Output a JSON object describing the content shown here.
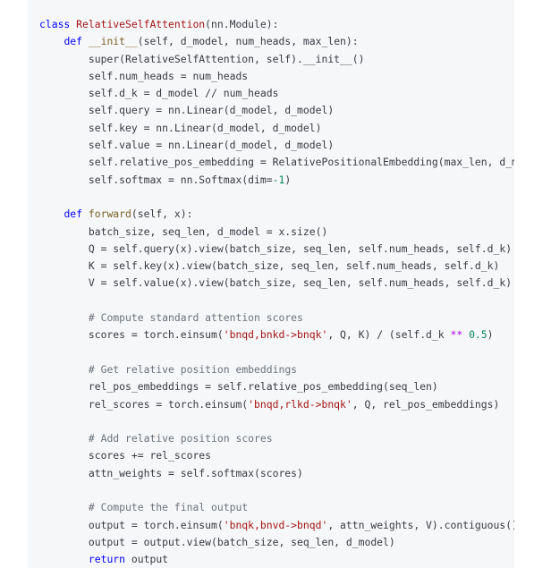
{
  "code": {
    "language": "python",
    "lines": [
      [
        {
          "t": "kw",
          "v": "class "
        },
        {
          "t": "cls",
          "v": "RelativeSelfAttention"
        },
        {
          "t": "",
          "v": "(nn.Module):"
        }
      ],
      [
        {
          "t": "",
          "v": "    "
        },
        {
          "t": "kw",
          "v": "def "
        },
        {
          "t": "fn",
          "v": "__init__"
        },
        {
          "t": "",
          "v": "(self, d_model, num_heads, max_len):"
        }
      ],
      [
        {
          "t": "",
          "v": "        super(RelativeSelfAttention, self).__init__()"
        }
      ],
      [
        {
          "t": "",
          "v": "        self.num_heads = num_heads"
        }
      ],
      [
        {
          "t": "",
          "v": "        self.d_k = d_model // num_heads"
        }
      ],
      [
        {
          "t": "",
          "v": "        self.query = nn.Linear(d_model, d_model)"
        }
      ],
      [
        {
          "t": "",
          "v": "        self.key = nn.Linear(d_model, d_model)"
        }
      ],
      [
        {
          "t": "",
          "v": "        self.value = nn.Linear(d_model, d_model)"
        }
      ],
      [
        {
          "t": "",
          "v": "        self.relative_pos_embedding = RelativePositionalEmbedding(max_len, d_model)"
        }
      ],
      [
        {
          "t": "",
          "v": "        self.softmax = nn.Softmax(dim="
        },
        {
          "t": "num",
          "v": "-1"
        },
        {
          "t": "",
          "v": ")"
        }
      ],
      [
        {
          "t": "",
          "v": ""
        }
      ],
      [
        {
          "t": "",
          "v": "    "
        },
        {
          "t": "kw",
          "v": "def "
        },
        {
          "t": "fn",
          "v": "forward"
        },
        {
          "t": "",
          "v": "(self, x):"
        }
      ],
      [
        {
          "t": "",
          "v": "        batch_size, seq_len, d_model = x.size()"
        }
      ],
      [
        {
          "t": "",
          "v": "        Q = self.query(x).view(batch_size, seq_len, self.num_heads, self.d_k)"
        }
      ],
      [
        {
          "t": "",
          "v": "        K = self.key(x).view(batch_size, seq_len, self.num_heads, self.d_k)"
        }
      ],
      [
        {
          "t": "",
          "v": "        V = self.value(x).view(batch_size, seq_len, self.num_heads, self.d_k)"
        }
      ],
      [
        {
          "t": "",
          "v": ""
        }
      ],
      [
        {
          "t": "",
          "v": "        "
        },
        {
          "t": "cm",
          "v": "# Compute standard attention scores"
        }
      ],
      [
        {
          "t": "",
          "v": "        scores = torch.einsum("
        },
        {
          "t": "str",
          "v": "'bnqd,bnkd->bnqk'"
        },
        {
          "t": "",
          "v": ", Q, K) / (self.d_k "
        },
        {
          "t": "op",
          "v": "**"
        },
        {
          "t": "",
          "v": " "
        },
        {
          "t": "num",
          "v": "0.5"
        },
        {
          "t": "",
          "v": ")"
        }
      ],
      [
        {
          "t": "",
          "v": ""
        }
      ],
      [
        {
          "t": "",
          "v": "        "
        },
        {
          "t": "cm",
          "v": "# Get relative position embeddings"
        }
      ],
      [
        {
          "t": "",
          "v": "        rel_pos_embeddings = self.relative_pos_embedding(seq_len)"
        }
      ],
      [
        {
          "t": "",
          "v": "        rel_scores = torch.einsum("
        },
        {
          "t": "str",
          "v": "'bnqd,rlkd->bnqk'"
        },
        {
          "t": "",
          "v": ", Q, rel_pos_embeddings)"
        }
      ],
      [
        {
          "t": "",
          "v": ""
        }
      ],
      [
        {
          "t": "",
          "v": "        "
        },
        {
          "t": "cm",
          "v": "# Add relative position scores"
        }
      ],
      [
        {
          "t": "",
          "v": "        scores += rel_scores"
        }
      ],
      [
        {
          "t": "",
          "v": "        attn_weights = self.softmax(scores)"
        }
      ],
      [
        {
          "t": "",
          "v": ""
        }
      ],
      [
        {
          "t": "",
          "v": "        "
        },
        {
          "t": "cm",
          "v": "# Compute the final output"
        }
      ],
      [
        {
          "t": "",
          "v": "        output = torch.einsum("
        },
        {
          "t": "str",
          "v": "'bnqk,bnvd->bnqd'"
        },
        {
          "t": "",
          "v": ", attn_weights, V).contiguous()"
        }
      ],
      [
        {
          "t": "",
          "v": "        output = output.view(batch_size, seq_len, d_model)"
        }
      ],
      [
        {
          "t": "",
          "v": "        "
        },
        {
          "t": "kw",
          "v": "return "
        },
        {
          "t": "",
          "v": "output"
        }
      ]
    ]
  }
}
